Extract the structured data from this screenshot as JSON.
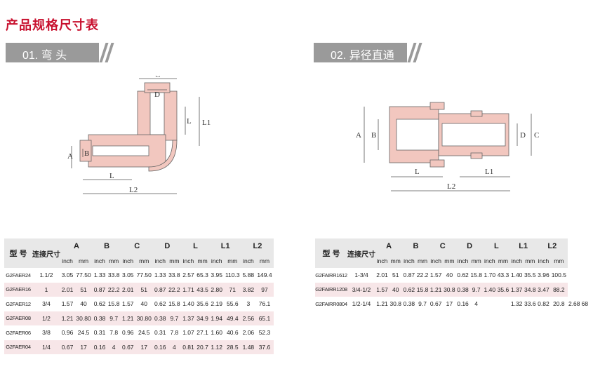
{
  "page_title": "产品规格尺寸表",
  "sections": [
    {
      "header": "01. 弯 头",
      "diagram_labels": {
        "A": "A",
        "B": "B",
        "C": "C",
        "D": "D",
        "L": "L",
        "L1": "L1",
        "L2": "L2"
      },
      "table": {
        "col_model": "型  号",
        "col_size": "连接尺寸",
        "groups": [
          "A",
          "B",
          "C",
          "D",
          "L",
          "L1",
          "L2"
        ],
        "unit_inch": "inch",
        "unit_mm": "mm",
        "rows": [
          {
            "model": "G2FAER24",
            "size": "1.1/2",
            "v": [
              "3.05",
              "77.50",
              "1.33",
              "33.8",
              "3.05",
              "77.50",
              "1.33",
              "33.8",
              "2.57",
              "65.3",
              "3.95",
              "110.3",
              "5.88",
              "149.4"
            ]
          },
          {
            "model": "G2FAER16",
            "size": "1",
            "v": [
              "2.01",
              "51",
              "0.87",
              "22.2",
              "2.01",
              "51",
              "0.87",
              "22.2",
              "1.71",
              "43.5",
              "2.80",
              "71",
              "3.82",
              "97"
            ]
          },
          {
            "model": "G2FAER12",
            "size": "3/4",
            "v": [
              "1.57",
              "40",
              "0.62",
              "15.8",
              "1.57",
              "40",
              "0.62",
              "15.8",
              "1.40",
              "35.6",
              "2.19",
              "55.6",
              "3",
              "76.1"
            ]
          },
          {
            "model": "G2FAER08",
            "size": "1/2",
            "v": [
              "1.21",
              "30.80",
              "0.38",
              "9.7",
              "1.21",
              "30.80",
              "0.38",
              "9.7",
              "1.37",
              "34.9",
              "1.94",
              "49.4",
              "2.56",
              "65.1"
            ]
          },
          {
            "model": "G2FAER06",
            "size": "3/8",
            "v": [
              "0.96",
              "24.5",
              "0.31",
              "7.8",
              "0.96",
              "24.5",
              "0.31",
              "7.8",
              "1.07",
              "27.1",
              "1.60",
              "40.6",
              "2.06",
              "52.3"
            ]
          },
          {
            "model": "G2FAER04",
            "size": "1/4",
            "v": [
              "0.67",
              "17",
              "0.16",
              "4",
              "0.67",
              "17",
              "0.16",
              "4",
              "0.81",
              "20.7",
              "1.12",
              "28.5",
              "1.48",
              "37.6"
            ]
          }
        ]
      }
    },
    {
      "header": "02. 异径直通",
      "diagram_labels": {
        "A": "A",
        "B": "B",
        "C": "C",
        "D": "D",
        "L": "L",
        "L1": "L1",
        "L2": "L2"
      },
      "table": {
        "col_model": "型  号",
        "col_size": "连接尺寸",
        "groups": [
          "A",
          "B",
          "C",
          "D",
          "L",
          "L1",
          "L2"
        ],
        "unit_inch": "inch",
        "unit_mm": "mm",
        "rows": [
          {
            "model": "G2FAIRR1612",
            "size": "1-3/4",
            "v": [
              "2.01",
              "51",
              "0.87",
              "22.2",
              "1.57",
              "40",
              "0.62",
              "15.8",
              "1.70",
              "43.3",
              "1.40",
              "35.5",
              "3.96",
              "100.5"
            ]
          },
          {
            "model": "G2FAIRR1208",
            "size": "3/4-1/2",
            "v": [
              "1.57",
              "40",
              "0.62",
              "15.8",
              "1.21",
              "30.8",
              "0.38",
              "9.7",
              "1.40",
              "35.6",
              "1.37",
              "34.8",
              "3.47",
              "88.2"
            ]
          },
          {
            "model": "G2FAIRR0804",
            "size": "1/2-1/4",
            "v": [
              "1.21",
              "30.8",
              "0.38",
              "9.7",
              "0.67",
              "17",
              "0.16",
              "4",
              "",
              "",
              "1.32",
              "33.6",
              "0.82",
              "20.8",
              "2.68",
              "68"
            ]
          }
        ]
      }
    }
  ],
  "colors": {
    "title": "#c8102e",
    "header_bar": "#9a9a9a",
    "table_header_bg": "#e8e8e8",
    "row_alt": "#f7e6e8",
    "pipe_fill": "#f2c7bf"
  }
}
